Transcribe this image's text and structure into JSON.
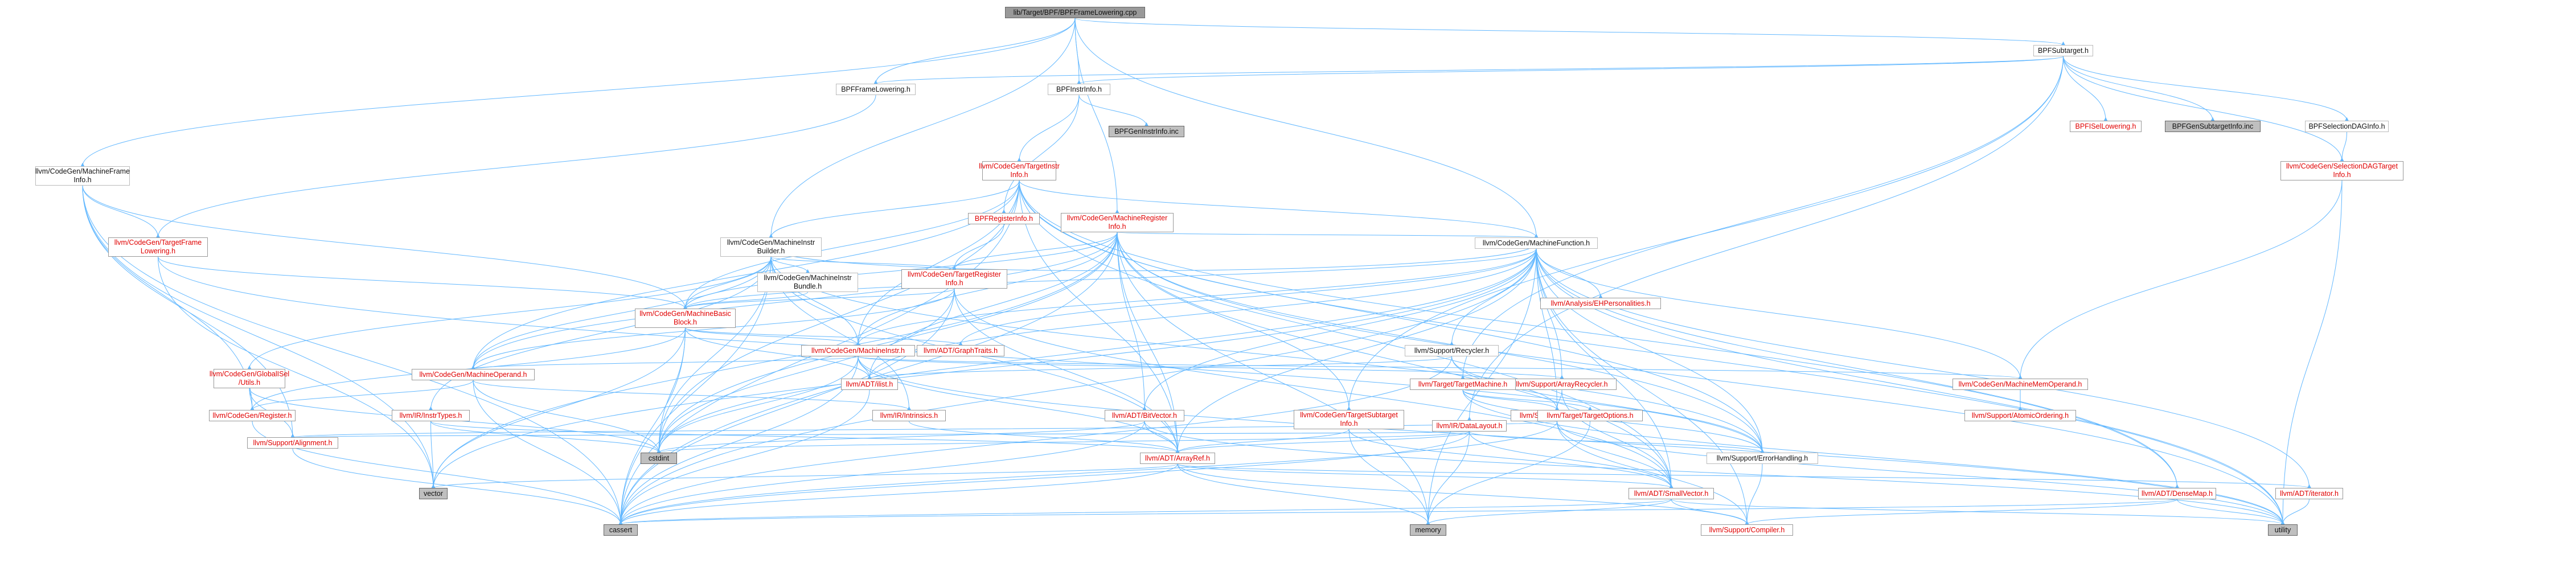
{
  "diagram": {
    "nodes": [
      {
        "id": "root",
        "label": "lib/Target/BPF/BPFFrameLowering.cpp",
        "style": "root"
      },
      {
        "id": "subtarget",
        "label": "BPFSubtarget.h",
        "style": "normal"
      },
      {
        "id": "framelow",
        "label": "BPFFrameLowering.h",
        "style": "normal"
      },
      {
        "id": "instrinfo",
        "label": "BPFInstrInfo.h",
        "style": "normal"
      },
      {
        "id": "mfinfo",
        "label": "llvm/CodeGen/MachineFrame\nInfo.h",
        "style": "normal"
      },
      {
        "id": "iselowering",
        "label": "BPFISelLowering.h",
        "style": "red"
      },
      {
        "id": "gensubtarget",
        "label": "BPFGenSubtargetInfo.inc",
        "style": "gray"
      },
      {
        "id": "seldaginfo",
        "label": "BPFSelectionDAGInfo.h",
        "style": "normal"
      },
      {
        "id": "tiinfo",
        "label": "llvm/CodeGen/TargetInstr\nInfo.h",
        "style": "red"
      },
      {
        "id": "geninstr",
        "label": "BPFGenInstrInfo.inc",
        "style": "gray"
      },
      {
        "id": "seldagtarget",
        "label": "llvm/CodeGen/SelectionDAGTarget\nInfo.h",
        "style": "red"
      },
      {
        "id": "reginfo",
        "label": "BPFRegisterInfo.h",
        "style": "red"
      },
      {
        "id": "mri",
        "label": "llvm/CodeGen/MachineRegister\nInfo.h",
        "style": "red"
      },
      {
        "id": "mibuilder",
        "label": "llvm/CodeGen/MachineInstr\nBuilder.h",
        "style": "normal"
      },
      {
        "id": "tfl",
        "label": "llvm/CodeGen/TargetFrame\nLowering.h",
        "style": "red"
      },
      {
        "id": "mf",
        "label": "llvm/CodeGen/MachineFunction.h",
        "style": "normal"
      },
      {
        "id": "tri",
        "label": "llvm/CodeGen/TargetRegister\nInfo.h",
        "style": "red"
      },
      {
        "id": "mibundle",
        "label": "llvm/CodeGen/MachineInstr\nBundle.h",
        "style": "normal"
      },
      {
        "id": "mbb",
        "label": "llvm/CodeGen/MachineBasic\nBlock.h",
        "style": "red"
      },
      {
        "id": "ehpers",
        "label": "llvm/Analysis/EHPersonalities.h",
        "style": "red"
      },
      {
        "id": "mi",
        "label": "llvm/CodeGen/MachineInstr.h",
        "style": "red"
      },
      {
        "id": "graphtraits",
        "label": "llvm/ADT/GraphTraits.h",
        "style": "red"
      },
      {
        "id": "recycler",
        "label": "llvm/Support/Recycler.h",
        "style": "normal"
      },
      {
        "id": "gisel",
        "label": "llvm/CodeGen/GlobalISel\n/Utils.h",
        "style": "red"
      },
      {
        "id": "mo",
        "label": "llvm/CodeGen/MachineOperand.h",
        "style": "red"
      },
      {
        "id": "ilist",
        "label": "llvm/ADT/ilist.h",
        "style": "red"
      },
      {
        "id": "arrayrecycler",
        "label": "llvm/Support/ArrayRecycler.h",
        "style": "red"
      },
      {
        "id": "mmo",
        "label": "llvm/CodeGen/MachineMemOperand.h",
        "style": "red"
      },
      {
        "id": "register",
        "label": "llvm/CodeGen/Register.h",
        "style": "red"
      },
      {
        "id": "irinstrtypes",
        "label": "llvm/IR/InstrTypes.h",
        "style": "red"
      },
      {
        "id": "intrinsics",
        "label": "llvm/IR/Intrinsics.h",
        "style": "red"
      },
      {
        "id": "targetmachine",
        "label": "llvm/Target/TargetMachine.h",
        "style": "red"
      },
      {
        "id": "atomicord",
        "label": "llvm/Support/AtomicOrdering.h",
        "style": "red"
      },
      {
        "id": "tsubtarget",
        "label": "llvm/CodeGen/TargetSubtarget\nInfo.h",
        "style": "red"
      },
      {
        "id": "bitvector",
        "label": "llvm/ADT/BitVector.h",
        "style": "red"
      },
      {
        "id": "datalayout",
        "label": "llvm/IR/DataLayout.h",
        "style": "red"
      },
      {
        "id": "allocator",
        "label": "llvm/Support/Allocator.h",
        "style": "red"
      },
      {
        "id": "targetoptions",
        "label": "llvm/Target/TargetOptions.h",
        "style": "red"
      },
      {
        "id": "alignment",
        "label": "llvm/Support/Alignment.h",
        "style": "red"
      },
      {
        "id": "cstdint",
        "label": "cstdint",
        "style": "gray"
      },
      {
        "id": "arrayref",
        "label": "llvm/ADT/ArrayRef.h",
        "style": "red"
      },
      {
        "id": "errorhandling",
        "label": "llvm/Support/ErrorHandling.h",
        "style": "normal"
      },
      {
        "id": "vector",
        "label": "vector",
        "style": "gray"
      },
      {
        "id": "smallvector",
        "label": "llvm/ADT/SmallVector.h",
        "style": "red"
      },
      {
        "id": "densemap",
        "label": "llvm/ADT/DenseMap.h",
        "style": "red"
      },
      {
        "id": "iterator",
        "label": "llvm/ADT/iterator.h",
        "style": "red"
      },
      {
        "id": "cassert",
        "label": "cassert",
        "style": "gray"
      },
      {
        "id": "memory",
        "label": "memory",
        "style": "gray"
      },
      {
        "id": "compiler",
        "label": "llvm/Support/Compiler.h",
        "style": "red"
      },
      {
        "id": "utility",
        "label": "utility",
        "style": "gray"
      }
    ],
    "edges": [
      [
        "root",
        "subtarget"
      ],
      [
        "root",
        "framelow"
      ],
      [
        "root",
        "instrinfo"
      ],
      [
        "root",
        "mfinfo"
      ],
      [
        "root",
        "mibuilder"
      ],
      [
        "root",
        "mri"
      ],
      [
        "root",
        "mf"
      ],
      [
        "subtarget",
        "framelow"
      ],
      [
        "subtarget",
        "instrinfo"
      ],
      [
        "subtarget",
        "iselowering"
      ],
      [
        "subtarget",
        "gensubtarget"
      ],
      [
        "subtarget",
        "seldaginfo"
      ],
      [
        "subtarget",
        "seldagtarget"
      ],
      [
        "subtarget",
        "datalayout"
      ],
      [
        "subtarget",
        "tsubtarget"
      ],
      [
        "subtarget",
        "targetmachine"
      ],
      [
        "framelow",
        "tfl"
      ],
      [
        "instrinfo",
        "tiinfo"
      ],
      [
        "instrinfo",
        "geninstr"
      ],
      [
        "instrinfo",
        "reginfo"
      ],
      [
        "seldaginfo",
        "seldagtarget"
      ],
      [
        "seldagtarget",
        "mmo"
      ],
      [
        "seldagtarget",
        "utility"
      ],
      [
        "reginfo",
        "tri"
      ],
      [
        "mfinfo",
        "tfl"
      ],
      [
        "mfinfo",
        "register"
      ],
      [
        "mfinfo",
        "alignment"
      ],
      [
        "mfinfo",
        "cassert"
      ],
      [
        "mfinfo",
        "vector"
      ],
      [
        "mfinfo",
        "mbb"
      ],
      [
        "tiinfo",
        "mibuilder"
      ],
      [
        "tiinfo",
        "mbb"
      ],
      [
        "tiinfo",
        "mf"
      ],
      [
        "tiinfo",
        "mi"
      ],
      [
        "tiinfo",
        "mo"
      ],
      [
        "tiinfo",
        "arrayref"
      ],
      [
        "tiinfo",
        "densemap"
      ],
      [
        "tiinfo",
        "cassert"
      ],
      [
        "tiinfo",
        "cstdint"
      ],
      [
        "tiinfo",
        "utility"
      ],
      [
        "tiinfo",
        "errorhandling"
      ],
      [
        "tiinfo",
        "smallvector"
      ],
      [
        "mri",
        "mf"
      ],
      [
        "mri",
        "tri"
      ],
      [
        "mri",
        "mbb"
      ],
      [
        "mri",
        "mi"
      ],
      [
        "mri",
        "mo"
      ],
      [
        "mri",
        "arrayref"
      ],
      [
        "mri",
        "bitvector"
      ],
      [
        "mri",
        "ilist"
      ],
      [
        "mri",
        "tsubtarget"
      ],
      [
        "mri",
        "cassert"
      ],
      [
        "mri",
        "cstdint"
      ],
      [
        "mri",
        "memory"
      ],
      [
        "mri",
        "utility"
      ],
      [
        "mri",
        "vector"
      ],
      [
        "mri",
        "smallvector"
      ],
      [
        "mri",
        "errorhandling"
      ],
      [
        "mibuilder",
        "mf"
      ],
      [
        "mibuilder",
        "mibundle"
      ],
      [
        "mibuilder",
        "mbb"
      ],
      [
        "mibuilder",
        "mi"
      ],
      [
        "mibuilder",
        "mo"
      ],
      [
        "mibuilder",
        "gisel"
      ],
      [
        "mibuilder",
        "tri"
      ],
      [
        "mibuilder",
        "irinstrtypes"
      ],
      [
        "mibuilder",
        "intrinsics"
      ],
      [
        "mibuilder",
        "errorhandling"
      ],
      [
        "mibuilder",
        "arrayref"
      ],
      [
        "mibuilder",
        "cassert"
      ],
      [
        "mibuilder",
        "cstdint"
      ],
      [
        "tfl",
        "mbb"
      ],
      [
        "tfl",
        "errorhandling"
      ],
      [
        "tfl",
        "vector"
      ],
      [
        "mf",
        "mbb"
      ],
      [
        "mf",
        "mi"
      ],
      [
        "mf",
        "mmo"
      ],
      [
        "mf",
        "ehpers"
      ],
      [
        "mf",
        "graphtraits"
      ],
      [
        "mf",
        "ilist"
      ],
      [
        "mf",
        "recycler"
      ],
      [
        "mf",
        "arrayrecycler"
      ],
      [
        "mf",
        "allocator"
      ],
      [
        "mf",
        "bitvector"
      ],
      [
        "mf",
        "densemap"
      ],
      [
        "mf",
        "smallvector"
      ],
      [
        "mf",
        "arrayref"
      ],
      [
        "mf",
        "iterator"
      ],
      [
        "mf",
        "compiler"
      ],
      [
        "mf",
        "errorhandling"
      ],
      [
        "mf",
        "cassert"
      ],
      [
        "mf",
        "memory"
      ],
      [
        "mf",
        "utility"
      ],
      [
        "mf",
        "vector"
      ],
      [
        "mf",
        "cstdint"
      ],
      [
        "tri",
        "mbb"
      ],
      [
        "tri",
        "mo"
      ],
      [
        "tri",
        "arrayref"
      ],
      [
        "tri",
        "cassert"
      ],
      [
        "tri",
        "cstdint"
      ],
      [
        "tri",
        "smallvector"
      ],
      [
        "mibundle",
        "mbb"
      ],
      [
        "mbb",
        "mi"
      ],
      [
        "mbb",
        "graphtraits"
      ],
      [
        "mbb",
        "ilist"
      ],
      [
        "mbb",
        "cassert"
      ],
      [
        "mbb",
        "cstdint"
      ],
      [
        "mbb",
        "vector"
      ],
      [
        "mbb",
        "register"
      ],
      [
        "mi",
        "mo"
      ],
      [
        "mi",
        "ilist"
      ],
      [
        "mi",
        "arrayrecycler"
      ],
      [
        "mi",
        "mmo"
      ],
      [
        "mi",
        "arrayref"
      ],
      [
        "mi",
        "cassert"
      ],
      [
        "mi",
        "cstdint"
      ],
      [
        "mi",
        "utility"
      ],
      [
        "recycler",
        "ilist"
      ],
      [
        "recycler",
        "allocator"
      ],
      [
        "recycler",
        "errorhandling"
      ],
      [
        "recycler",
        "cassert"
      ],
      [
        "gisel",
        "register"
      ],
      [
        "gisel",
        "alignment"
      ],
      [
        "gisel",
        "cstdint"
      ],
      [
        "mo",
        "register"
      ],
      [
        "mo",
        "intrinsics"
      ],
      [
        "mo",
        "cassert"
      ],
      [
        "mo",
        "cstdint"
      ],
      [
        "ilist",
        "cassert"
      ],
      [
        "arrayrecycler",
        "allocator"
      ],
      [
        "arrayrecycler",
        "smallvector"
      ],
      [
        "mmo",
        "atomicord"
      ],
      [
        "irinstrtypes",
        "arrayref"
      ],
      [
        "irinstrtypes",
        "cstdint"
      ],
      [
        "irinstrtypes",
        "vector"
      ],
      [
        "intrinsics",
        "arrayref"
      ],
      [
        "targetmachine",
        "targetoptions"
      ],
      [
        "targetmachine",
        "allocator"
      ],
      [
        "targetmachine",
        "errorhandling"
      ],
      [
        "targetmachine",
        "utility"
      ],
      [
        "tsubtarget",
        "arrayref"
      ],
      [
        "tsubtarget",
        "smallvector"
      ],
      [
        "tsubtarget",
        "memory"
      ],
      [
        "bitvector",
        "arrayref"
      ],
      [
        "bitvector",
        "cassert"
      ],
      [
        "bitvector",
        "utility"
      ],
      [
        "bitvector",
        "cstdint"
      ],
      [
        "datalayout",
        "arrayref"
      ],
      [
        "datalayout",
        "alignment"
      ],
      [
        "datalayout",
        "smallvector"
      ],
      [
        "datalayout",
        "memory"
      ],
      [
        "datalayout",
        "cassert"
      ],
      [
        "datalayout",
        "cstdint"
      ],
      [
        "datalayout",
        "errorhandling"
      ],
      [
        "allocator",
        "smallvector"
      ],
      [
        "allocator",
        "alignment"
      ],
      [
        "allocator",
        "compiler"
      ],
      [
        "allocator",
        "cassert"
      ],
      [
        "allocator",
        "utility"
      ],
      [
        "targetoptions",
        "memory"
      ],
      [
        "register",
        "cassert"
      ],
      [
        "alignment",
        "cassert"
      ],
      [
        "arrayref",
        "smallvector"
      ],
      [
        "arrayref",
        "compiler"
      ],
      [
        "arrayref",
        "cassert"
      ],
      [
        "arrayref",
        "memory"
      ],
      [
        "arrayref",
        "vector"
      ],
      [
        "arrayref",
        "iterator"
      ],
      [
        "errorhandling",
        "compiler"
      ],
      [
        "smallvector",
        "compiler"
      ],
      [
        "smallvector",
        "cassert"
      ],
      [
        "smallvector",
        "memory"
      ],
      [
        "smallvector",
        "utility"
      ],
      [
        "densemap",
        "compiler"
      ],
      [
        "densemap",
        "utility"
      ],
      [
        "densemap",
        "cassert"
      ],
      [
        "iterator",
        "utility"
      ]
    ]
  }
}
